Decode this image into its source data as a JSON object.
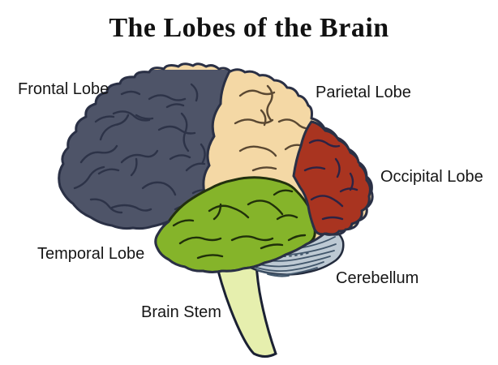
{
  "title": "The Lobes of the Brain",
  "diagram": {
    "type": "anatomy-diagram",
    "subject": "human brain, lateral view",
    "background_color": "#ffffff",
    "outline_color": "#2a3045",
    "regions": [
      {
        "id": "frontal",
        "label": "Frontal Lobe",
        "color": "#4e5468"
      },
      {
        "id": "parietal",
        "label": "Parietal Lobe",
        "color": "#f4d8a5"
      },
      {
        "id": "occipital",
        "label": "Occipital Lobe",
        "color": "#a93420"
      },
      {
        "id": "temporal",
        "label": "Temporal Lobe",
        "color": "#85b42a"
      },
      {
        "id": "cerebellum",
        "label": "Cerebellum",
        "color": "#bdc9d3"
      },
      {
        "id": "brain_stem",
        "label": "Brain Stem",
        "color": "#e6efae"
      }
    ]
  }
}
